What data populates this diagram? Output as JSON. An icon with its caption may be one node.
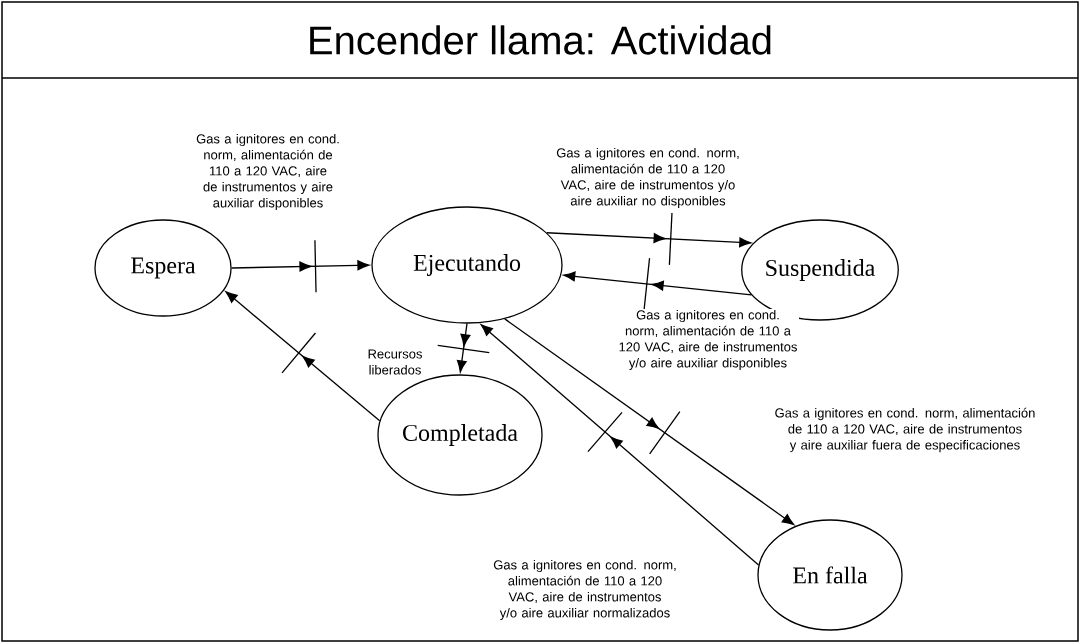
{
  "diagram": {
    "title": "Encender llama: Actividad",
    "nodes": [
      {
        "text": [
          "Espera"
        ]
      },
      {
        "text": [
          "Ejecutando"
        ]
      },
      {
        "text": [
          "Suspendida"
        ]
      },
      {
        "text": [
          "Completada"
        ]
      },
      {
        "text": [
          "En falla"
        ]
      }
    ],
    "edges": [
      {
        "from": 0,
        "to": 1,
        "arrow": "to",
        "label": "Gas a ignitores en cond. norm, alimentación de 110 a 120 VAC, aire de instrumentos y aire auxiliar disponibles"
      },
      {
        "from": 1,
        "to": 2,
        "arrow": "to",
        "label": "Gas a ignitores en cond. norm, alimentación de 110 a 120 VAC, aire de instrumentos y/o aire auxiliar no disponibles"
      },
      {
        "from": 2,
        "to": 1,
        "arrow": "to",
        "label": "Gas a ignitores en cond. norm, alimentación de 110 a 120 VAC, aire de instrumentos y/o aire auxiliar disponibles"
      },
      {
        "from": 1,
        "to": 3,
        "arrow": "to",
        "label": "Recursos liberados"
      },
      {
        "from": 3,
        "to": 0,
        "arrow": "to"
      },
      {
        "from": 1,
        "to": 4,
        "arrow": "to",
        "label": "Gas a ignitores en cond. norm, alimentación de 110 a 120 VAC, aire de instrumentos y aire auxiliar fuera de especificaciones"
      },
      {
        "from": 4,
        "to": 1,
        "arrow": "to",
        "label": "Gas a ignitores en cond. norm, alimentación de 110 a 120 VAC, aire de instrumentos y/o aire auxiliar normalizados"
      }
    ]
  }
}
